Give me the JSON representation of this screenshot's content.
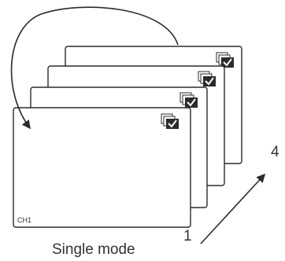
{
  "diagram": {
    "channel_label": "CH1",
    "caption": "Single mode",
    "sequence_start": "1",
    "sequence_end": "4",
    "icons": [
      "channel-check-icon",
      "channel-check-icon",
      "channel-check-icon",
      "channel-check-icon"
    ],
    "colors": {
      "stroke": "#2b2b2b",
      "fill": "#ffffff",
      "text": "#333333"
    }
  }
}
